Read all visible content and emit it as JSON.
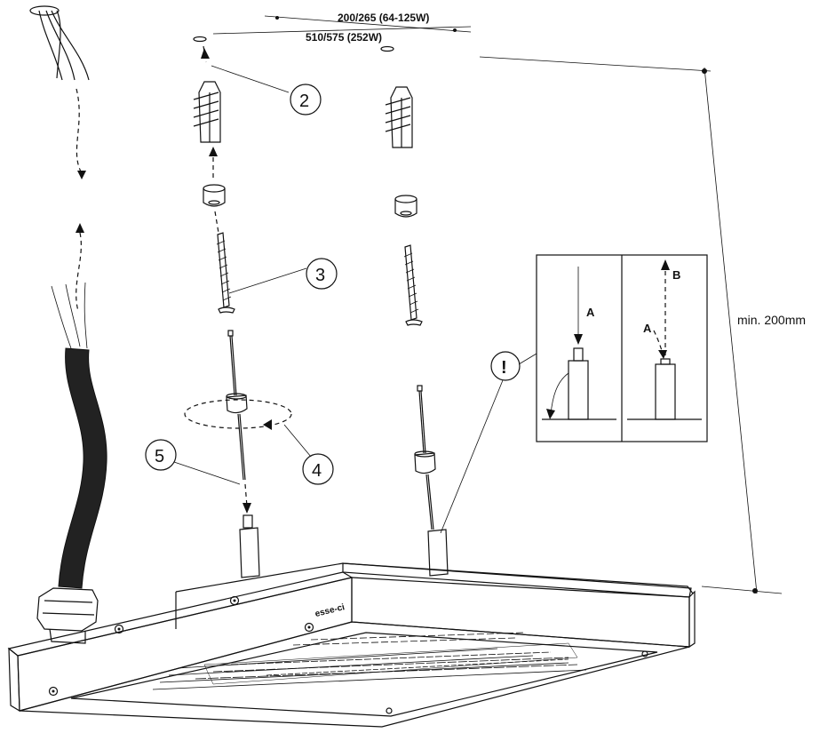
{
  "dimensions": {
    "spacing_small": "200/265 (64-125W)",
    "spacing_large": "510/575 (252W)",
    "min_height": "min. 200mm"
  },
  "steps": {
    "step2": "2",
    "step3": "3",
    "step4": "4",
    "step5": "5",
    "warning": "!"
  },
  "detail": {
    "label_a_left": "A",
    "label_a_right": "A",
    "label_b": "B"
  },
  "brand": "esse-ci"
}
